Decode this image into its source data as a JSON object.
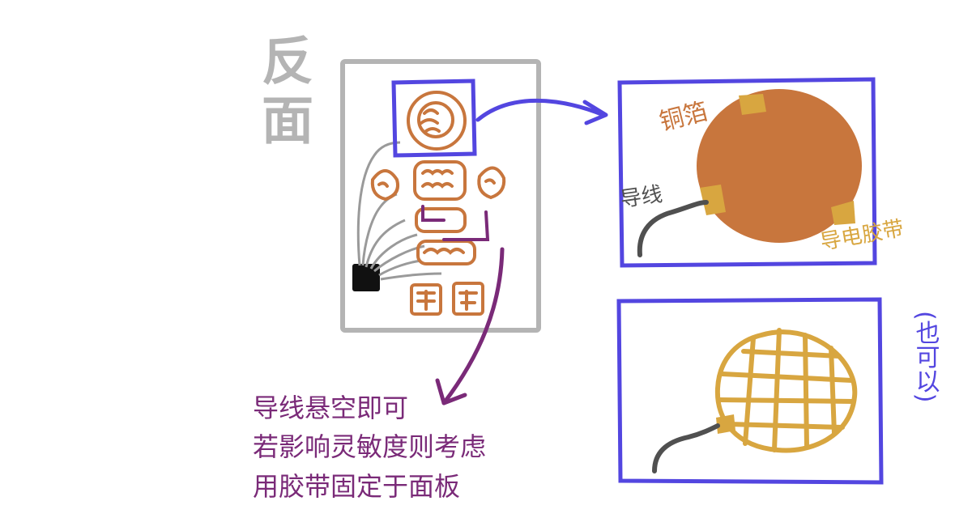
{
  "title": "反面",
  "labels": {
    "copper_foil": "铜箔",
    "wire": "导线",
    "conductive_tape": "导电胶带",
    "also_ok": "(也可以)"
  },
  "note": {
    "line1": "导线悬空即可",
    "line2": "若影响灵敏度则考虑",
    "line3": "用胶带固定于面板"
  },
  "colors": {
    "gray": "#b4b4b4",
    "blue": "#5346e0",
    "purple": "#7a2a78",
    "orange": "#c8763d",
    "gold": "#d8a640",
    "wire": "#505050",
    "black": "#111111"
  }
}
